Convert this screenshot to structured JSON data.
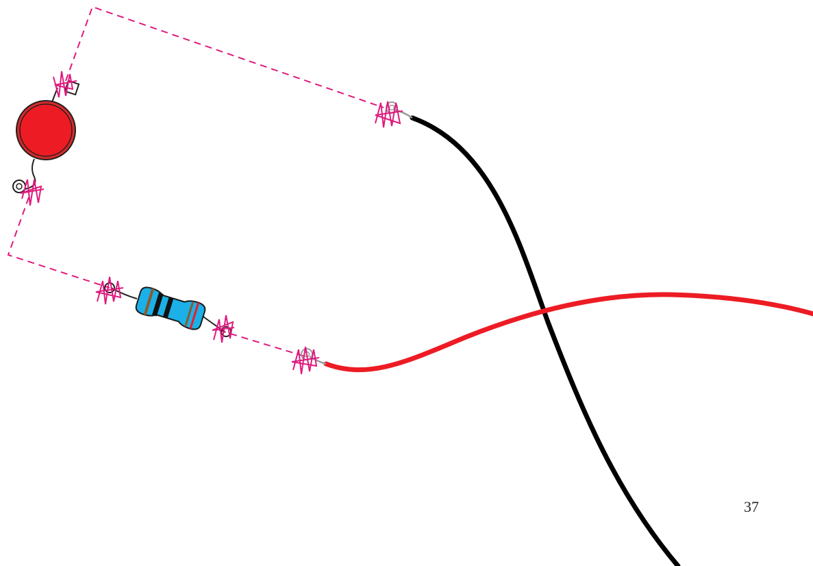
{
  "page": {
    "number": "37"
  },
  "colors": {
    "background": "#ffffff",
    "dashed_wire": "#e0197d",
    "clip_marker": "#e0197d",
    "black_wire": "#000000",
    "red_wire": "#ed1c24",
    "led_body": "#ed1c24",
    "led_rim": "#d42a2a",
    "resistor_body": "#1bb0e8",
    "resistor_outline": "#1a1a1a",
    "lead": "#231f20",
    "connector_lead": "#9a9a9a",
    "band_black": "#111111",
    "band_brown": "#8b5a2b",
    "band_red": "#ed1c24"
  },
  "components": {
    "led": "led",
    "resistor": "resistor",
    "black_wire": "black-wire",
    "red_wire": "red-wire"
  }
}
